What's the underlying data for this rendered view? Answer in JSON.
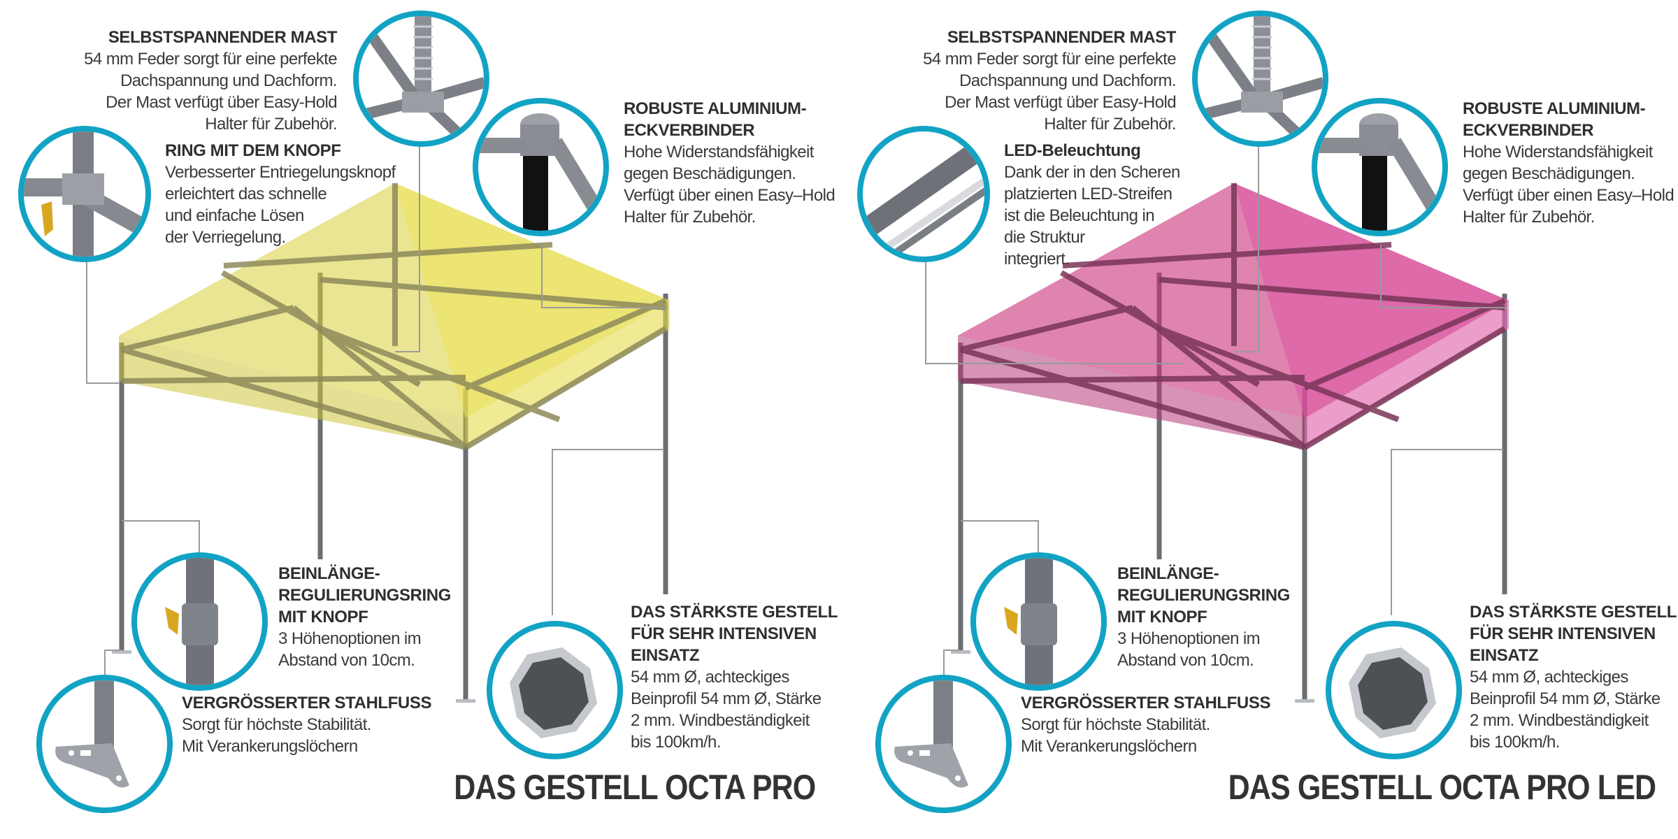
{
  "colors": {
    "ring": "#12a3c4",
    "text": "#333333",
    "frame": "#6b6e73",
    "canopy_left": "#d8cf3a",
    "canopy_right": "#c9307a"
  },
  "panels": [
    {
      "id": "octa-pro",
      "title": "DAS GESTELL OCTA PRO",
      "canopy_color": "yellow",
      "features": {
        "mast": {
          "heading": "SELBSTSPANNENDER MAST",
          "text": "54 mm Feder sorgt für eine perfekte\nDachspannung und Dachform.\nDer Mast verfügt über  Easy-Hold\nHalter für Zubehör."
        },
        "ring": {
          "heading": "RING MIT DEM KNOPF",
          "text": "Verbesserter Entriegelungsknopf\nerleichtert das schnelle\nund einfache Lösen\nder Verriegelung."
        },
        "corner": {
          "heading": "ROBUSTE ALUMINIUM-\nECKVERBINDER",
          "text": "Hohe Widerstandsfähigkeit\ngegen Beschädigungen.\nVerfügt über einen Easy–Hold\nHalter für Zubehör."
        },
        "leg": {
          "heading": "BEINLÄNGE-\nREGULIERUNGSRING\nMIT KNOPF",
          "text": "3 Höhenoptionen im\nAbstand von 10cm."
        },
        "foot": {
          "heading": "VERGRÖSSERTER STAHLFUSS",
          "text": "Sorgt für höchste Stabilität.\nMit Verankerungslöchern"
        },
        "profile": {
          "heading": "DAS STÄRKSTE GESTELL\nFÜR SEHR INTENSIVEN\nEINSATZ",
          "text": "54 mm Ø, achteckiges\nBeinprofil  54 mm Ø, Stärke\n2 mm. Windbeständigkeit\nbis 100km/h."
        }
      }
    },
    {
      "id": "octa-pro-led",
      "title": "DAS GESTELL OCTA PRO LED",
      "canopy_color": "magenta",
      "features": {
        "mast": {
          "heading": "SELBSTSPANNENDER MAST",
          "text": "54 mm Feder sorgt für eine perfekte\nDachspannung und Dachform.\nDer Mast verfügt über Easy-Hold\nHalter für Zubehör."
        },
        "ring": {
          "heading": "LED-Beleuchtung",
          "text": "Dank der in den Scheren\nplatzierten LED-Streifen\nist die Beleuchtung in\ndie Struktur\nintegriert."
        },
        "corner": {
          "heading": "ROBUSTE ALUMINIUM-\nECKVERBINDER",
          "text": "Hohe Widerstandsfähigkeit\ngegen Beschädigungen.\nVerfügt über einen Easy–Hold\nHalter für Zubehör."
        },
        "leg": {
          "heading": "BEINLÄNGE-\nREGULIERUNGSRING\nMIT KNOPF",
          "text": "3 Höhenoptionen im\nAbstand von 10cm."
        },
        "foot": {
          "heading": "VERGRÖSSERTER STAHLFUSS",
          "text": "Sorgt für höchste Stabilität.\nMit Verankerungslöchern"
        },
        "profile": {
          "heading": "DAS STÄRKSTE GESTELL\nFÜR SEHR INTENSIVEN\nEINSATZ",
          "text": "54 mm Ø, achteckiges\nBeinprofil  54 mm Ø, Stärke\n2 mm. Windbeständigkeit\nbis 100km/h."
        }
      }
    }
  ]
}
